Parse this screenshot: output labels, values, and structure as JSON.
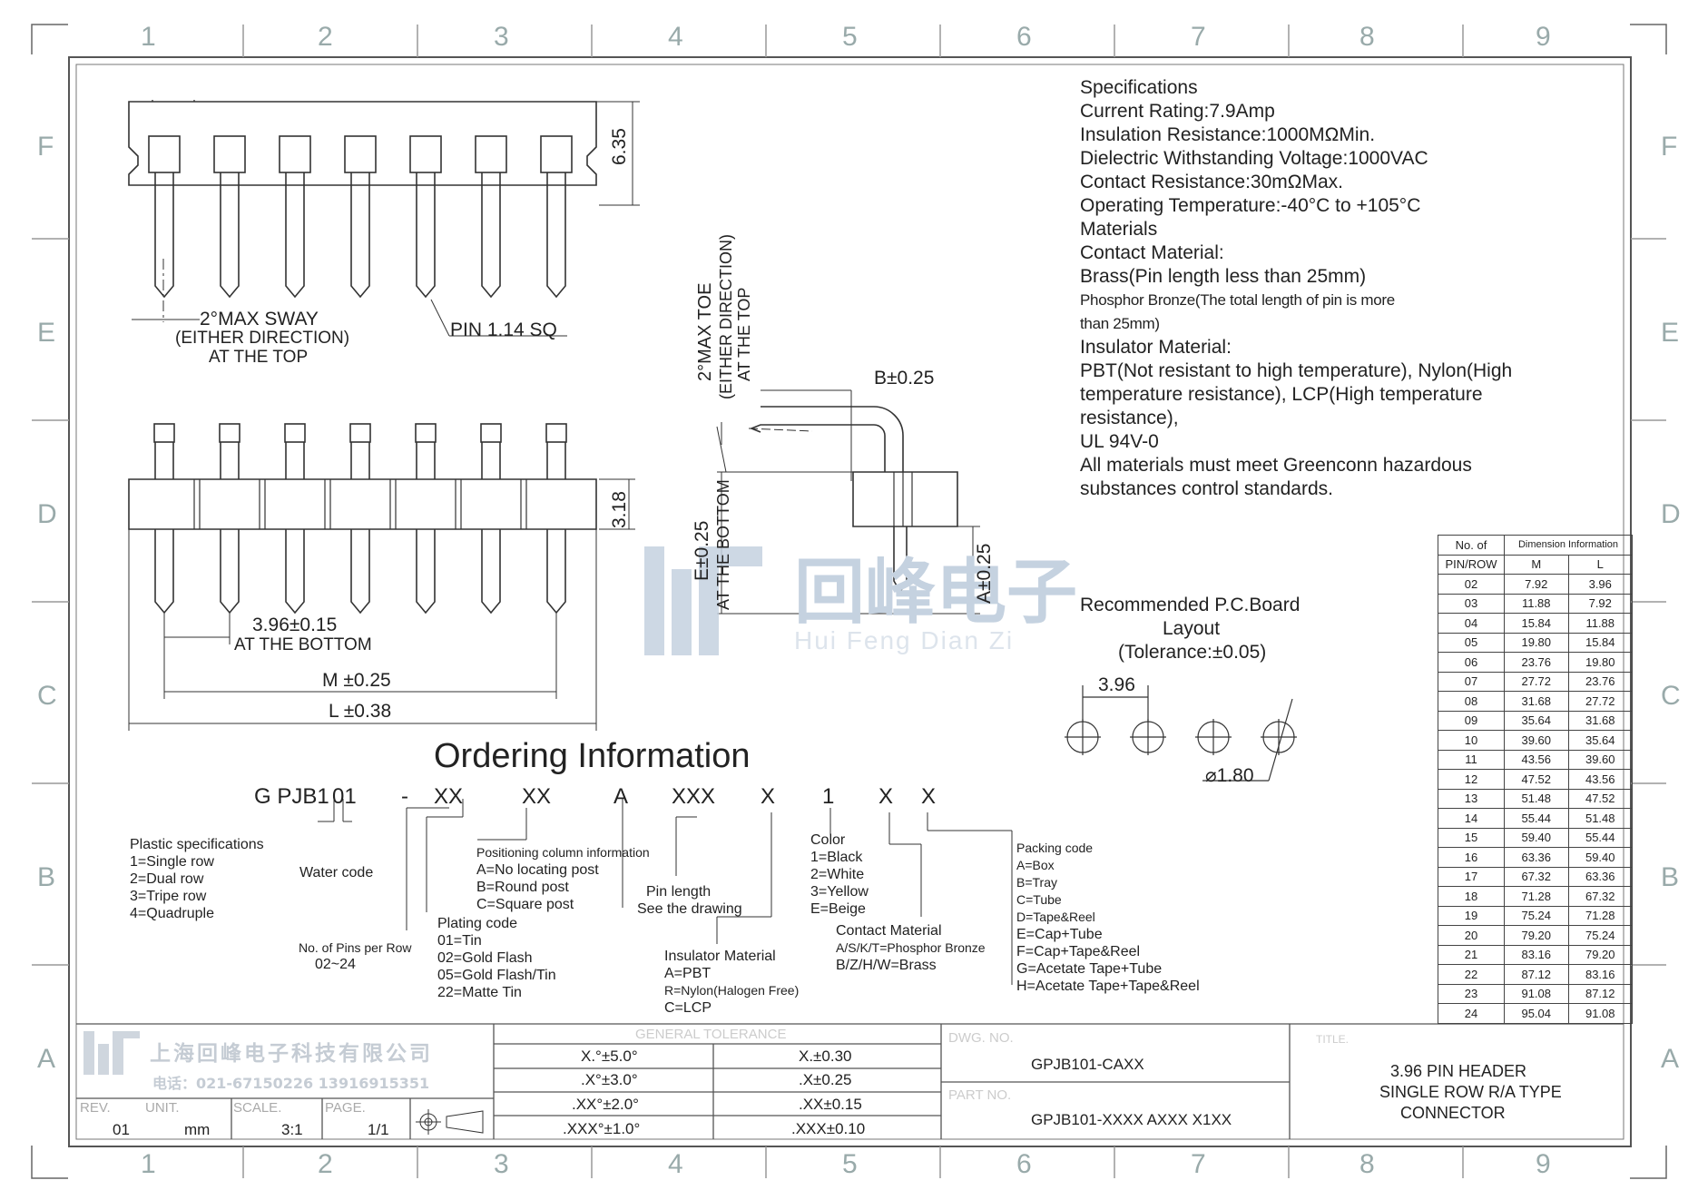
{
  "grid": {
    "columns": [
      "1",
      "2",
      "3",
      "4",
      "5",
      "6",
      "7",
      "8",
      "9"
    ],
    "rows": [
      "F",
      "E",
      "D",
      "C",
      "B",
      "A"
    ]
  },
  "specs": {
    "lines": [
      "Specifications",
      "Current Rating:7.9Amp",
      "Insulation Resistance:1000MΩMin.",
      "Dielectric Withstanding Voltage:1000VAC",
      "Contact Resistance:30mΩMax.",
      "Operating Temperature:-40°C to +105°C",
      "Materials",
      "Contact Material:",
      "Brass(Pin length less than 25mm)"
    ],
    "small_lines": [
      "Phosphor Bronze(The total length of pin is more",
      "than 25mm)"
    ],
    "lines2": [
      "Insulator Material:",
      "PBT(Not resistant to high temperature),  Nylon(High",
      "temperature resistance), LCP(High temperature",
      "resistance),",
      "UL 94V-0",
      "All materials must meet Greenconn hazardous",
      "substances control standards."
    ]
  },
  "drawing": {
    "dim_635": "6.35",
    "dim_318": "3.18",
    "sway": [
      "2°MAX SWAY",
      "(EITHER DIRECTION)",
      "AT THE TOP"
    ],
    "pin_sq": "PIN 1.14 SQ",
    "pitch": "3.96±0.15",
    "pitch_note": "AT THE BOTTOM",
    "m_dim": "M ±0.25",
    "l_dim": "L ±0.38",
    "toe": [
      "2°MAX TOE",
      "(EITHER DIRECTION)",
      "AT THE TOP"
    ],
    "b_dim": "B±0.25",
    "e_dim": "E±0.25",
    "e_note": "AT THE BOTTOM",
    "a_dim": "A±0.25"
  },
  "watermark": {
    "cn": "回峰电子",
    "en": "Hui Feng Dian Zi"
  },
  "pcb": {
    "title": [
      "Recommended P.C.Board",
      "Layout",
      "(Tolerance:±0.05)"
    ],
    "pitch": "3.96",
    "hole": "⌀1.80"
  },
  "ordering": {
    "title": "Ordering Information",
    "codes": [
      "G PJB1",
      "01",
      "-",
      "XX",
      "XX",
      "A",
      "XXX",
      "X",
      "1",
      "X",
      "X"
    ],
    "plastic": [
      "Plastic specifications",
      "1=Single row",
      "2=Dual row",
      "3=Tripe row",
      "4=Quadruple"
    ],
    "water": "Water code",
    "pins_per_row": [
      "No. of Pins per Row",
      "02~24"
    ],
    "position": [
      "Positioning column information",
      "A=No locating post",
      "B=Round post",
      "C=Square post"
    ],
    "plating": [
      "Plating code",
      "01=Tin",
      "02=Gold Flash",
      "05=Gold Flash/Tin",
      "22=Matte Tin"
    ],
    "pin_length": [
      "Pin length",
      "See the drawing"
    ],
    "insulator": [
      "Insulator Material",
      "A=PBT",
      "R=Nylon(Halogen Free)",
      "C=LCP"
    ],
    "color": [
      "Color",
      "1=Black",
      "2=White",
      "3=Yellow",
      "E=Beige"
    ],
    "contact": [
      "Contact Material",
      "A/S/K/T=Phosphor Bronze",
      "B/Z/H/W=Brass"
    ],
    "packing": [
      "Packing code",
      "A=Box",
      "B=Tray",
      "C=Tube",
      "D=Tape&Reel",
      "E=Cap+Tube",
      "F=Cap+Tape&Reel",
      "G=Acetate Tape+Tube",
      "H=Acetate Tape+Tape&Reel"
    ]
  },
  "dimension_table": {
    "header1": "No. of",
    "header1b": "PIN/ROW",
    "header2": "Dimension Information",
    "col_m": "M",
    "col_l": "L",
    "rows": [
      [
        "02",
        "7.92",
        "3.96"
      ],
      [
        "03",
        "11.88",
        "7.92"
      ],
      [
        "04",
        "15.84",
        "11.88"
      ],
      [
        "05",
        "19.80",
        "15.84"
      ],
      [
        "06",
        "23.76",
        "19.80"
      ],
      [
        "07",
        "27.72",
        "23.76"
      ],
      [
        "08",
        "31.68",
        "27.72"
      ],
      [
        "09",
        "35.64",
        "31.68"
      ],
      [
        "10",
        "39.60",
        "35.64"
      ],
      [
        "11",
        "43.56",
        "39.60"
      ],
      [
        "12",
        "47.52",
        "43.56"
      ],
      [
        "13",
        "51.48",
        "47.52"
      ],
      [
        "14",
        "55.44",
        "51.48"
      ],
      [
        "15",
        "59.40",
        "55.44"
      ],
      [
        "16",
        "63.36",
        "59.40"
      ],
      [
        "17",
        "67.32",
        "63.36"
      ],
      [
        "18",
        "71.28",
        "67.32"
      ],
      [
        "19",
        "75.24",
        "71.28"
      ],
      [
        "20",
        "79.20",
        "75.24"
      ],
      [
        "21",
        "83.16",
        "79.20"
      ],
      [
        "22",
        "87.12",
        "83.16"
      ],
      [
        "23",
        "91.08",
        "87.12"
      ],
      [
        "24",
        "95.04",
        "91.08"
      ]
    ]
  },
  "title_block": {
    "company": "上海回峰电子科技有限公司",
    "phone": "电话：021-67150226  13916915351",
    "rev_label": "REV.",
    "rev": "01",
    "unit_label": "UNIT.",
    "unit": "mm",
    "scale_label": "SCALE.",
    "scale": "3:1",
    "page_label": "PAGE.",
    "page": "1/1",
    "tol_label": "GENERAL TOLERANCE",
    "tol_left": [
      "X.°±5.0°",
      ".X°±3.0°",
      ".XX°±2.0°",
      ".XXX°±1.0°"
    ],
    "tol_right": [
      "X.±0.30",
      ".X±0.25",
      ".XX±0.15",
      ".XXX±0.10"
    ],
    "dwg_label": "DWG. NO.",
    "dwg": "GPJB101-CAXX",
    "part_label": "PART NO.",
    "part": "GPJB101-XXXX AXXX X1XX",
    "title_label": "TITLE.",
    "title": [
      "3.96 PIN HEADER",
      "SINGLE ROW R/A TYPE",
      "CONNECTOR"
    ]
  }
}
